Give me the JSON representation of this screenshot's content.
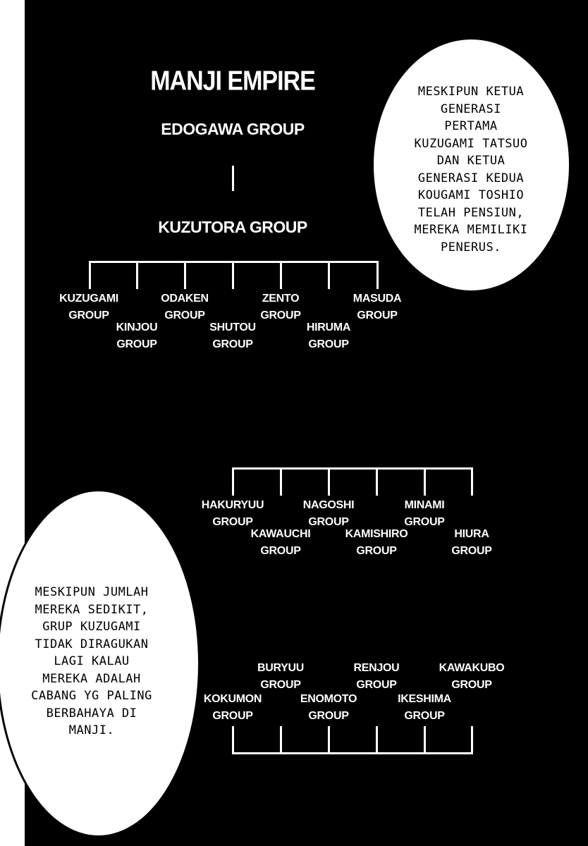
{
  "chart": {
    "title": "MANJI EMPIRE",
    "top_group": "EDOGAWA GROUP",
    "parent_group": "KUZUTORA GROUP",
    "tier1": [
      "KUZUGAMI\nGROUP",
      "KINJOU\nGROUP",
      "ODAKEN\nGROUP",
      "SHUTOU\nGROUP",
      "ZENTO\nGROUP",
      "HIRUMA\nGROUP",
      "MASUDA\nGROUP"
    ],
    "tier2": [
      "HAKURYUU\nGROUP",
      "KAWAUCHI\nGROUP",
      "NAGOSHI\nGROUP",
      "KAMISHIRO\nGROUP",
      "MINAMI\nGROUP",
      "HIURA\nGROUP"
    ],
    "tier3": [
      "KOKUMON\nGROUP",
      "BURYUU\nGROUP",
      "ENOMOTO\nGROUP",
      "RENJOU\nGROUP",
      "IKESHIMA\nGROUP",
      "KAWAKUBO\nGROUP"
    ]
  },
  "bubbles": {
    "top_right": "MESKIPUN KETUA\nGENERASI\nPERTAMA\nKUZUGAMI TATSUO\nDAN KETUA\nGENERASI KEDUA\nKOUGAMI TOSHIO\nTELAH PENSIUN,\nMEREKA MEMILIKI\nPENERUS.",
    "left": "MESKIPUN JUMLAH\nMEREKA SEDIKIT,\nGRUP KUZUGAMI\nTIDAK DIRAGUKAN\nLAGI KALAU\nMEREKA ADALAH\nCABANG YG PALING\nBERBAHAYA DI\nMANJI."
  }
}
